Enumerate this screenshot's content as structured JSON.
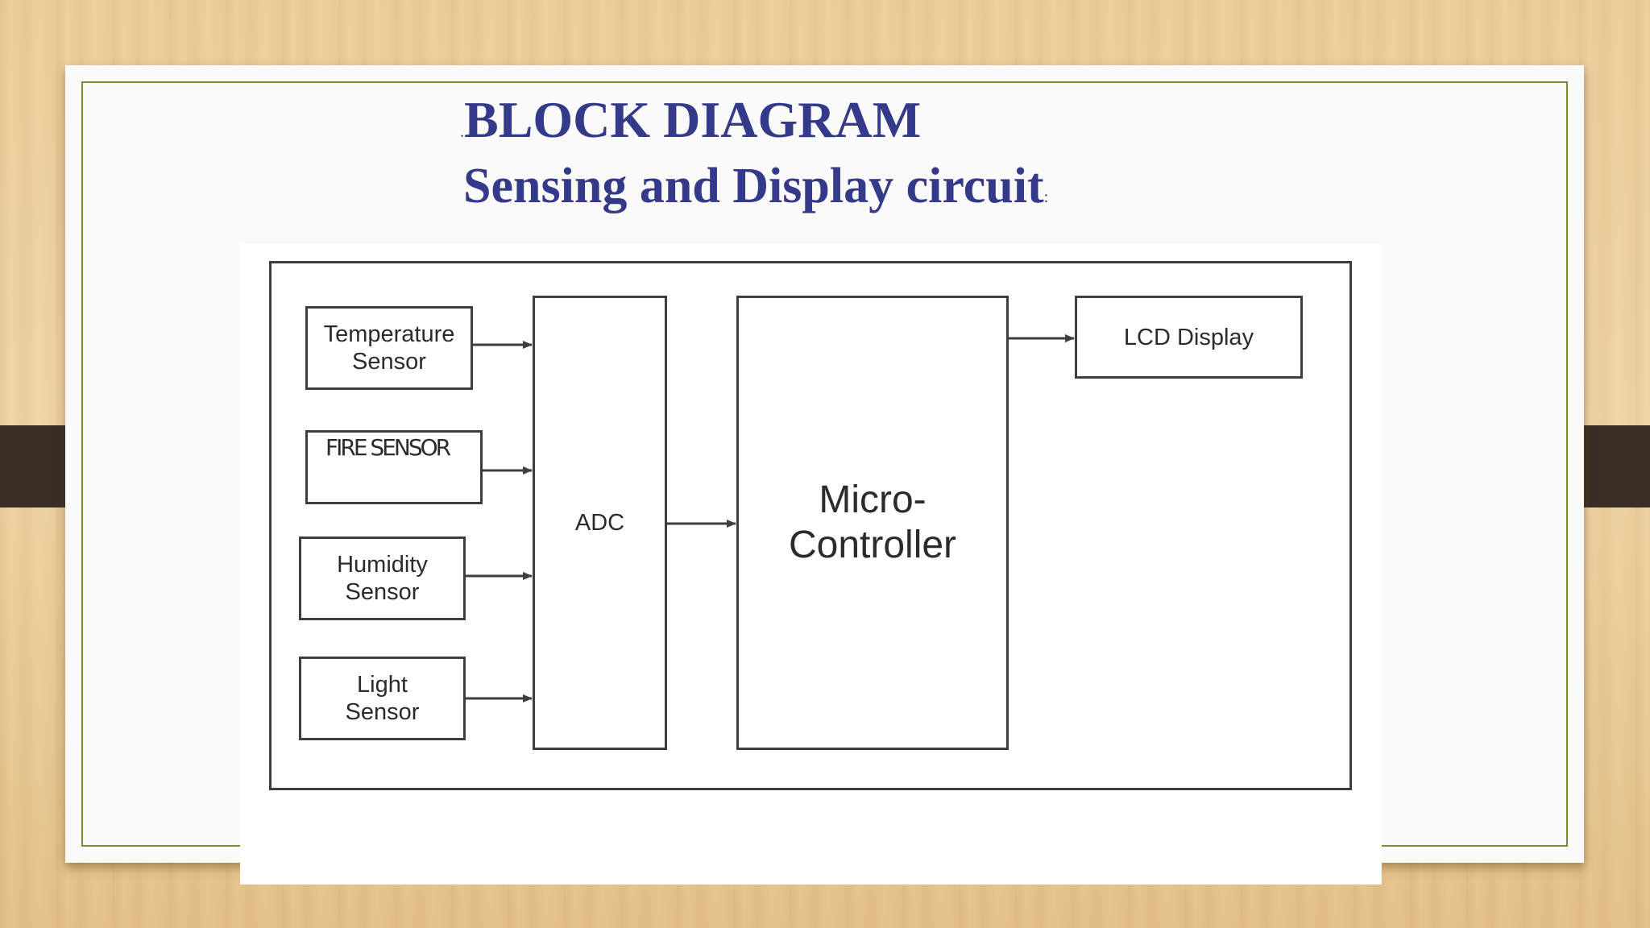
{
  "slide": {
    "title_mark": ".",
    "title": "BLOCK DIAGRAM",
    "subtitle": "Sensing and Display circuit",
    "subtitle_mark": ":"
  },
  "diagram": {
    "sensors": {
      "temperature": "Temperature\nSensor",
      "fire": "FIRE SENSOR",
      "humidity": "Humidity\nSensor",
      "light": "Light\nSensor"
    },
    "adc": "ADC",
    "microcontroller": "Micro-\nController",
    "display": "LCD Display",
    "edges": [
      {
        "from": "Temperature Sensor",
        "to": "ADC"
      },
      {
        "from": "FIRE SENSOR",
        "to": "ADC"
      },
      {
        "from": "Humidity Sensor",
        "to": "ADC"
      },
      {
        "from": "Light Sensor",
        "to": "ADC"
      },
      {
        "from": "ADC",
        "to": "Micro-Controller"
      },
      {
        "from": "Micro-Controller",
        "to": "LCD Display"
      }
    ]
  },
  "colors": {
    "title": "#34398a",
    "frame": "#7b8a2c",
    "ink": "#3e3e3e",
    "tab": "#3a2e26"
  }
}
